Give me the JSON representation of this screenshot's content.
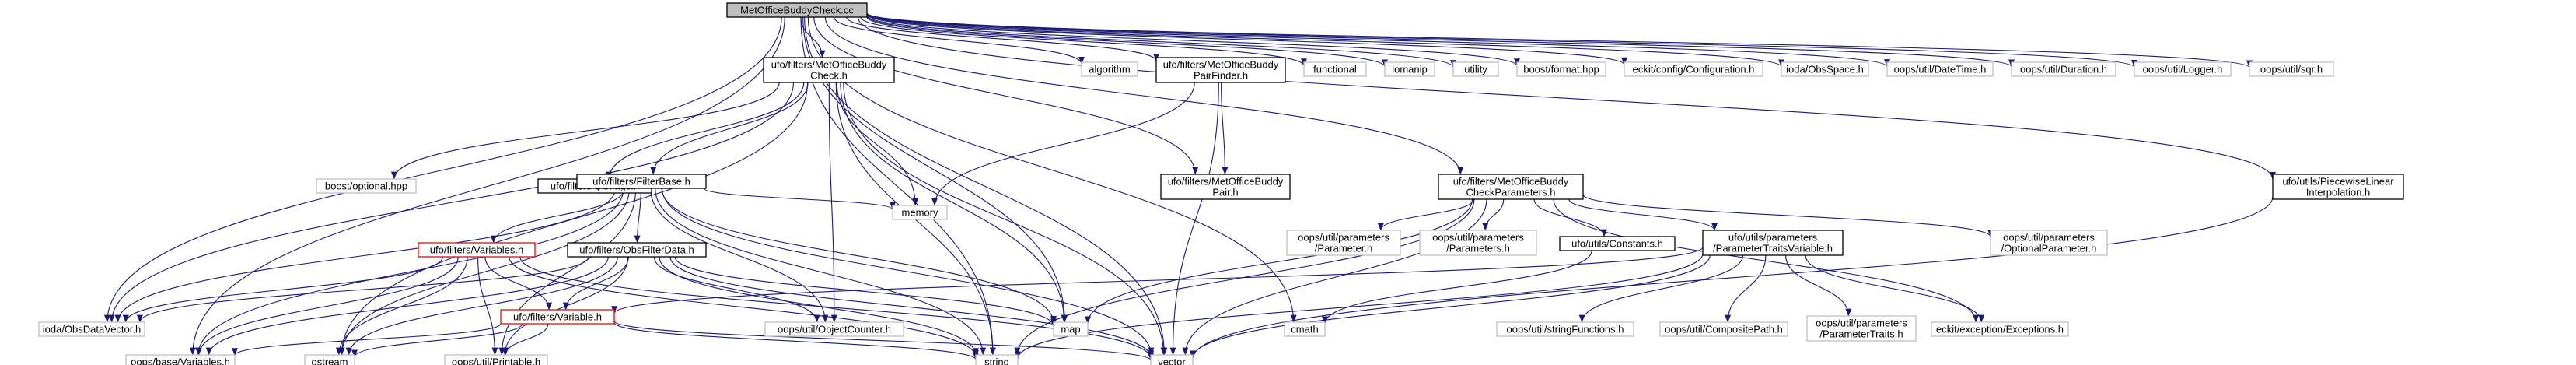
{
  "title": "Include dependency graph for MetOfficeBuddyCheck.cc",
  "colors": {
    "root_fill": "#bfbfbf",
    "project_border": "#000000",
    "external_border": "#bfbfbf",
    "truncated_border": "#ff0000",
    "edge": "#191970",
    "background": "#ffffff"
  },
  "nodes": {
    "root": {
      "lines": [
        "MetOfficeBuddyCheck.cc"
      ],
      "style": "root",
      "clickable": false
    },
    "mobc_h": {
      "lines": [
        "ufo/filters/MetOfficeBuddy",
        "Check.h"
      ],
      "style": "project",
      "clickable": true
    },
    "algorithm": {
      "lines": [
        "algorithm"
      ],
      "style": "external",
      "clickable": false
    },
    "pairfinder_h": {
      "lines": [
        "ufo/filters/MetOfficeBuddy",
        "PairFinder.h"
      ],
      "style": "project",
      "clickable": true
    },
    "functional": {
      "lines": [
        "functional"
      ],
      "style": "external",
      "clickable": false
    },
    "iomanip": {
      "lines": [
        "iomanip"
      ],
      "style": "external",
      "clickable": false
    },
    "utility": {
      "lines": [
        "utility"
      ],
      "style": "external",
      "clickable": false
    },
    "boost_format": {
      "lines": [
        "boost/format.hpp"
      ],
      "style": "external",
      "clickable": false
    },
    "eckit_config": {
      "lines": [
        "eckit/config/Configuration.h"
      ],
      "style": "external",
      "clickable": false
    },
    "ioda_obsspace": {
      "lines": [
        "ioda/ObsSpace.h"
      ],
      "style": "external",
      "clickable": false
    },
    "oops_datetime": {
      "lines": [
        "oops/util/DateTime.h"
      ],
      "style": "external",
      "clickable": false
    },
    "oops_duration": {
      "lines": [
        "oops/util/Duration.h"
      ],
      "style": "external",
      "clickable": false
    },
    "oops_logger": {
      "lines": [
        "oops/util/Logger.h"
      ],
      "style": "external",
      "clickable": false
    },
    "oops_sqr": {
      "lines": [
        "oops/util/sqr.h"
      ],
      "style": "external",
      "clickable": false
    },
    "boost_optional": {
      "lines": [
        "boost/optional.hpp"
      ],
      "style": "external",
      "clickable": false
    },
    "qcflags_h": {
      "lines": [
        "ufo/filters/QCflags.h"
      ],
      "style": "project",
      "clickable": true
    },
    "filterbase_h": {
      "lines": [
        "ufo/filters/FilterBase.h"
      ],
      "style": "project",
      "clickable": true
    },
    "pair_h": {
      "lines": [
        "ufo/filters/MetOfficeBuddy",
        "Pair.h"
      ],
      "style": "project",
      "clickable": true
    },
    "memory": {
      "lines": [
        "memory"
      ],
      "style": "external",
      "clickable": false
    },
    "variables_h": {
      "lines": [
        "ufo/filters/Variables.h"
      ],
      "style": "truncated",
      "clickable": true
    },
    "obsfilterdata_h": {
      "lines": [
        "ufo/filters/ObsFilterData.h"
      ],
      "style": "project",
      "clickable": true
    },
    "iodadatavector": {
      "lines": [
        "ioda/ObsDataVector.h"
      ],
      "style": "external",
      "clickable": false
    },
    "variable_h": {
      "lines": [
        "ufo/filters/Variable.h"
      ],
      "style": "truncated",
      "clickable": true
    },
    "objectcounter": {
      "lines": [
        "oops/util/ObjectCounter.h"
      ],
      "style": "external",
      "clickable": false
    },
    "map": {
      "lines": [
        "map"
      ],
      "style": "external",
      "clickable": false
    },
    "oops_variables": {
      "lines": [
        "oops/base/Variables.h"
      ],
      "style": "external",
      "clickable": false
    },
    "ostream": {
      "lines": [
        "ostream"
      ],
      "style": "external",
      "clickable": false
    },
    "printable": {
      "lines": [
        "oops/util/Printable.h"
      ],
      "style": "external",
      "clickable": false
    },
    "string": {
      "lines": [
        "string"
      ],
      "style": "external",
      "clickable": false
    },
    "vector": {
      "lines": [
        "vector"
      ],
      "style": "external",
      "clickable": false
    },
    "cmath": {
      "lines": [
        "cmath"
      ],
      "style": "external",
      "clickable": false
    },
    "params_h": {
      "lines": [
        "ufo/filters/MetOfficeBuddy",
        "CheckParameters.h"
      ],
      "style": "project",
      "clickable": true
    },
    "piecewise_h": {
      "lines": [
        "ufo/utils/PiecewiseLinear",
        "Interpolation.h"
      ],
      "style": "project",
      "clickable": true
    },
    "oops_parameter": {
      "lines": [
        "oops/util/parameters",
        "/Parameter.h"
      ],
      "style": "external",
      "clickable": false
    },
    "oops_parameters": {
      "lines": [
        "oops/util/parameters",
        "/Parameters.h"
      ],
      "style": "external",
      "clickable": false
    },
    "constants_h": {
      "lines": [
        "ufo/utils/Constants.h"
      ],
      "style": "project",
      "clickable": true
    },
    "ptv_h": {
      "lines": [
        "ufo/utils/parameters",
        "/ParameterTraitsVariable.h"
      ],
      "style": "project",
      "clickable": true
    },
    "oops_optparam": {
      "lines": [
        "oops/util/parameters",
        "/OptionalParameter.h"
      ],
      "style": "external",
      "clickable": false
    },
    "stringfunctions": {
      "lines": [
        "oops/util/stringFunctions.h"
      ],
      "style": "external",
      "clickable": false
    },
    "compositepath": {
      "lines": [
        "oops/util/CompositePath.h"
      ],
      "style": "external",
      "clickable": false
    },
    "paramtraits": {
      "lines": [
        "oops/util/parameters",
        "/ParameterTraits.h"
      ],
      "style": "external",
      "clickable": false
    },
    "eckit_exceptions": {
      "lines": [
        "eckit/exception/Exceptions.h"
      ],
      "style": "external",
      "clickable": false
    }
  },
  "edges": [
    [
      "root",
      "mobc_h"
    ],
    [
      "root",
      "algorithm"
    ],
    [
      "root",
      "pairfinder_h"
    ],
    [
      "root",
      "functional"
    ],
    [
      "root",
      "iomanip"
    ],
    [
      "root",
      "utility"
    ],
    [
      "root",
      "boost_format"
    ],
    [
      "root",
      "eckit_config"
    ],
    [
      "root",
      "ioda_obsspace"
    ],
    [
      "root",
      "oops_datetime"
    ],
    [
      "root",
      "oops_duration"
    ],
    [
      "root",
      "oops_logger"
    ],
    [
      "root",
      "oops_sqr"
    ],
    [
      "root",
      "params_h"
    ],
    [
      "root",
      "piecewise_h"
    ],
    [
      "root",
      "pair_h"
    ],
    [
      "root",
      "map"
    ],
    [
      "root",
      "string"
    ],
    [
      "root",
      "vector"
    ],
    [
      "root",
      "cmath"
    ],
    [
      "root",
      "iodadatavector"
    ],
    [
      "root",
      "oops_variables"
    ],
    [
      "mobc_h",
      "boost_optional"
    ],
    [
      "mobc_h",
      "qcflags_h"
    ],
    [
      "mobc_h",
      "filterbase_h"
    ],
    [
      "mobc_h",
      "memory"
    ],
    [
      "mobc_h",
      "map"
    ],
    [
      "mobc_h",
      "objectcounter"
    ],
    [
      "mobc_h",
      "ostream"
    ],
    [
      "mobc_h",
      "string"
    ],
    [
      "mobc_h",
      "vector"
    ],
    [
      "mobc_h",
      "iodadatavector"
    ],
    [
      "pairfinder_h",
      "pair_h"
    ],
    [
      "pairfinder_h",
      "memory"
    ],
    [
      "pairfinder_h",
      "vector"
    ],
    [
      "filterbase_h",
      "variables_h"
    ],
    [
      "filterbase_h",
      "obsfilterdata_h"
    ],
    [
      "filterbase_h",
      "memory"
    ],
    [
      "filterbase_h",
      "objectcounter"
    ],
    [
      "filterbase_h",
      "map"
    ],
    [
      "filterbase_h",
      "string"
    ],
    [
      "filterbase_h",
      "vector"
    ],
    [
      "filterbase_h",
      "ostream"
    ],
    [
      "filterbase_h",
      "printable"
    ],
    [
      "filterbase_h",
      "iodadatavector"
    ],
    [
      "filterbase_h",
      "oops_variables"
    ],
    [
      "variables_h",
      "variable_h"
    ],
    [
      "variables_h",
      "oops_variables"
    ],
    [
      "variables_h",
      "ostream"
    ],
    [
      "variables_h",
      "printable"
    ],
    [
      "variables_h",
      "string"
    ],
    [
      "variables_h",
      "vector"
    ],
    [
      "variables_h",
      "iodadatavector"
    ],
    [
      "obsfilterdata_h",
      "variable_h"
    ],
    [
      "obsfilterdata_h",
      "objectcounter"
    ],
    [
      "obsfilterdata_h",
      "map"
    ],
    [
      "obsfilterdata_h",
      "ostream"
    ],
    [
      "obsfilterdata_h",
      "printable"
    ],
    [
      "obsfilterdata_h",
      "string"
    ],
    [
      "obsfilterdata_h",
      "vector"
    ],
    [
      "obsfilterdata_h",
      "iodadatavector"
    ],
    [
      "obsfilterdata_h",
      "oops_variables"
    ],
    [
      "variable_h",
      "oops_variables"
    ],
    [
      "variable_h",
      "ostream"
    ],
    [
      "variable_h",
      "printable"
    ],
    [
      "variable_h",
      "string"
    ],
    [
      "variable_h",
      "vector"
    ],
    [
      "params_h",
      "oops_parameter"
    ],
    [
      "params_h",
      "oops_parameters"
    ],
    [
      "params_h",
      "constants_h"
    ],
    [
      "params_h",
      "ptv_h"
    ],
    [
      "params_h",
      "oops_optparam"
    ],
    [
      "params_h",
      "eckit_exceptions"
    ],
    [
      "params_h",
      "map"
    ],
    [
      "params_h",
      "string"
    ],
    [
      "params_h",
      "vector"
    ],
    [
      "constants_h",
      "cmath"
    ],
    [
      "ptv_h",
      "variable_h"
    ],
    [
      "ptv_h",
      "stringfunctions"
    ],
    [
      "ptv_h",
      "compositepath"
    ],
    [
      "ptv_h",
      "paramtraits"
    ],
    [
      "ptv_h",
      "eckit_exceptions"
    ],
    [
      "ptv_h",
      "string"
    ],
    [
      "ptv_h",
      "vector"
    ],
    [
      "piecewise_h",
      "vector"
    ]
  ]
}
